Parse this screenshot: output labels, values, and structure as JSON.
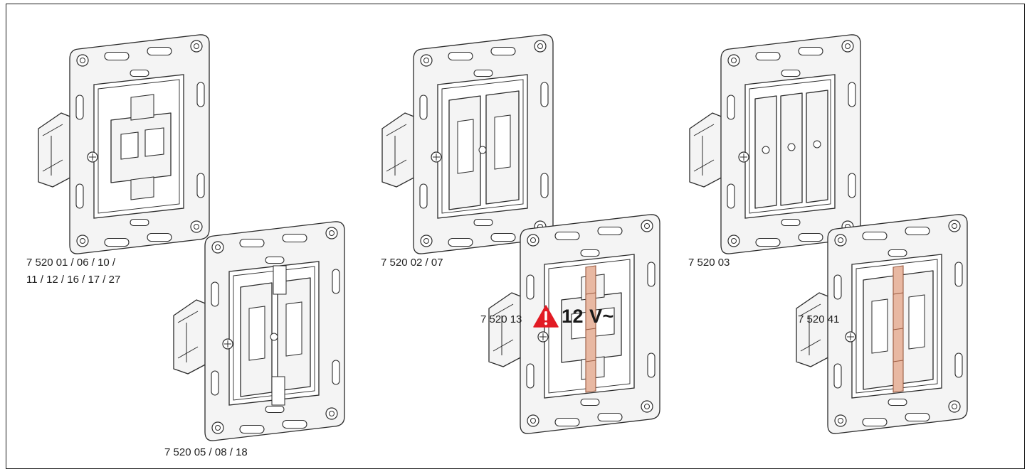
{
  "colors": {
    "line": "#2b2b2b",
    "fill": "#f4f4f4",
    "accent_part": "#e8b8a2",
    "warning": "#e21b24"
  },
  "products": [
    {
      "id": "p1",
      "line1": "7 520 01 / 06 / 10 /",
      "line2": "11 / 12 / 16 / 17 / 27",
      "variant": "single-rocker"
    },
    {
      "id": "p2",
      "line1": "7 520 05 / 08 / 18",
      "variant": "double-rocker-legrand"
    },
    {
      "id": "p3",
      "line1": "7 520 02 / 07",
      "variant": "double-mechanism"
    },
    {
      "id": "p4",
      "line1": "7 520 13",
      "variant": "single-rocker-lit",
      "warning": {
        "icon": "warning-triangle-icon",
        "text": "12 V~"
      }
    },
    {
      "id": "p5",
      "line1": "7 520 03",
      "variant": "triple-mechanism"
    },
    {
      "id": "p6",
      "line1": "7 520 41",
      "variant": "double-mechanism-lit"
    }
  ]
}
